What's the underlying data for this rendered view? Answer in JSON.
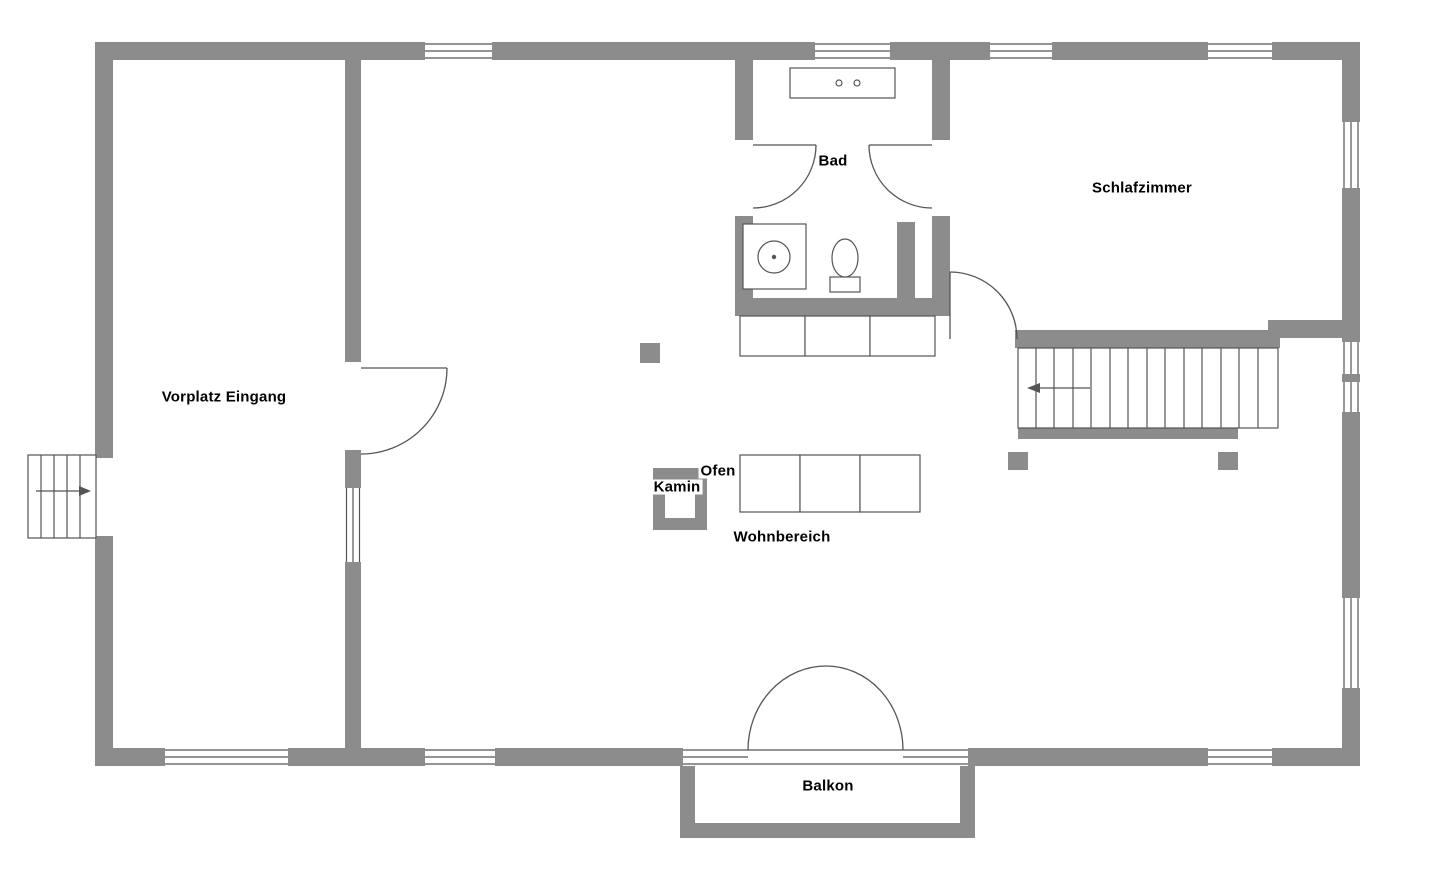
{
  "rooms": {
    "vorplatz": "Vorplatz Eingang",
    "bad": "Bad",
    "schlafzimmer": "Schlafzimmer",
    "wohnbereich": "Wohnbereich",
    "balkon": "Balkon"
  },
  "features": {
    "kamin": "Kamin",
    "ofen": "Ofen"
  },
  "colors": {
    "wall": "#8c8c8c",
    "line": "#555555",
    "text": "#000000",
    "background": "#ffffff"
  }
}
